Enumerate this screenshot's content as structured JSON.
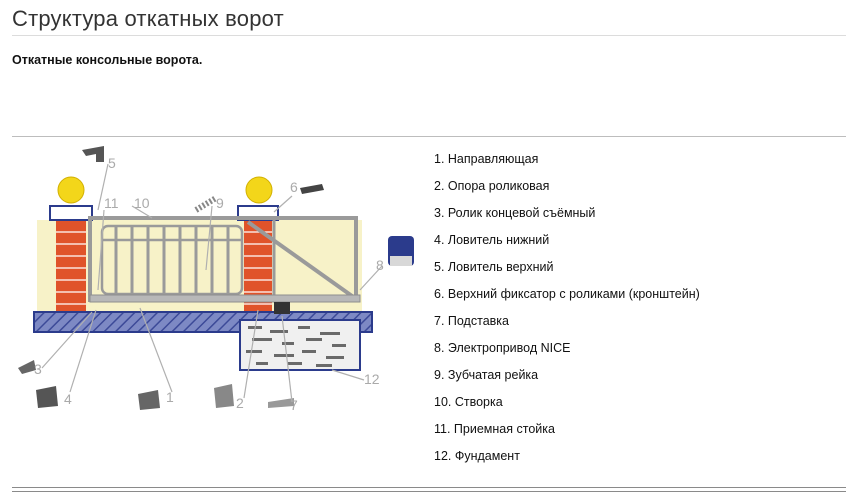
{
  "page": {
    "title": "Структура откатных ворот",
    "subtitle": "Откатные консольные ворота."
  },
  "diagram": {
    "callouts": [
      "5",
      "11",
      "10",
      "9",
      "6",
      "8",
      "3",
      "4",
      "1",
      "2",
      "7",
      "12"
    ]
  },
  "legend": {
    "items": [
      "1. Направляющая",
      "2. Опора роликовая",
      "3. Ролик концевой съёмный",
      "4. Ловитель нижний",
      "5. Ловитель верхний",
      "6. Верхний фиксатор с роликами (кронштейн)",
      "7. Подставка",
      "8. Электропривод NICE",
      "9. Зубчатая рейка",
      "10.  Створка",
      "11. Приемная стойка",
      "12. Фундамент"
    ]
  },
  "colors": {
    "brick": "#e0532a",
    "wall": "#f7f2c8",
    "frame": "#9a9a9a",
    "ground": "#5a6ab0",
    "foundation": "#2b3b8c",
    "lamp": "#f3d61a"
  }
}
